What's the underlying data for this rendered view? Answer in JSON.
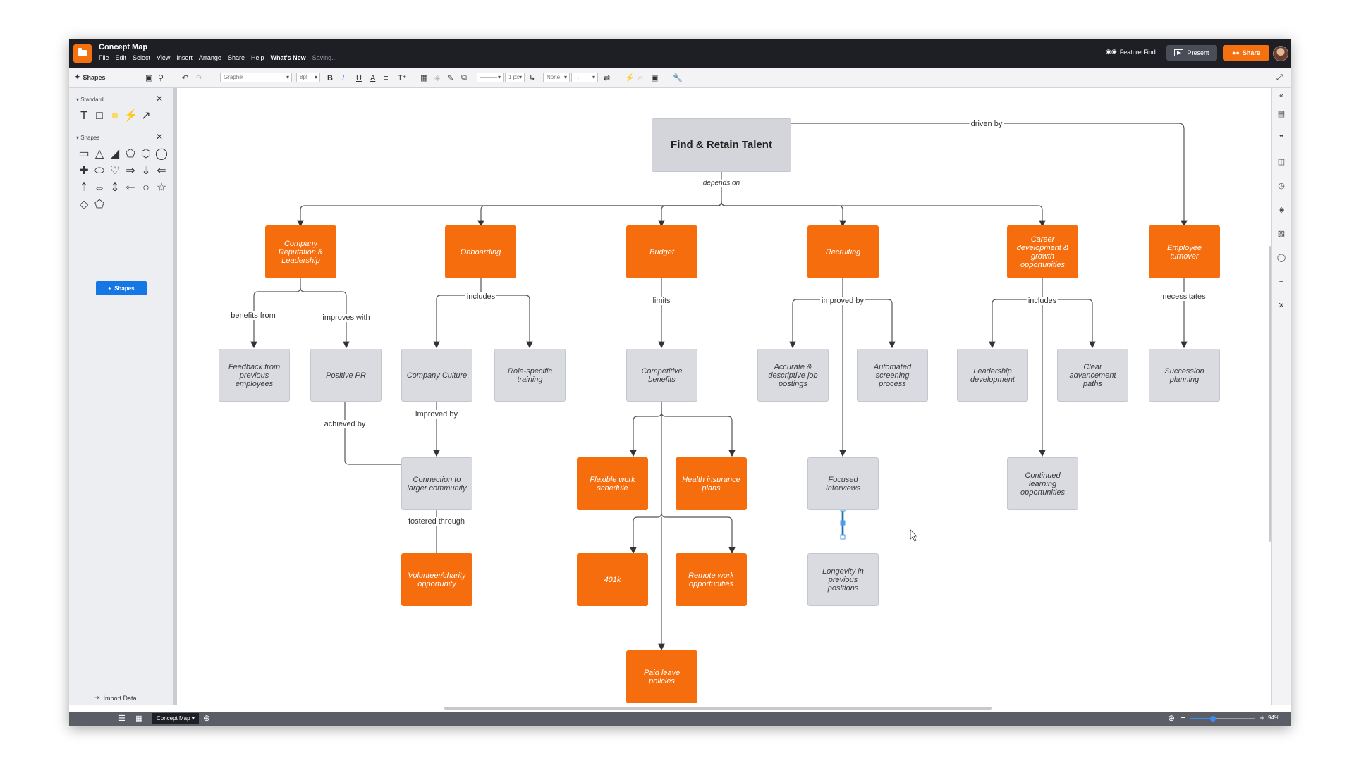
{
  "app": {
    "doc_title": "Concept Map",
    "menu": [
      "File",
      "Edit",
      "Select",
      "View",
      "Insert",
      "Arrange",
      "Share",
      "Help",
      "What's New"
    ],
    "status": "Saving...",
    "feature_find": "Feature Find",
    "present": "Present",
    "share": "Share"
  },
  "toolbar": {
    "shapes_label": "Shapes",
    "font": "Graphik",
    "font_size": "8pt",
    "line_width": "1 px",
    "endpoint": "None"
  },
  "left_panel": {
    "standard": "Standard",
    "shapes": "Shapes",
    "add_shapes": "Shapes",
    "import_data": "Import Data"
  },
  "bottom": {
    "page_tab": "Concept Map",
    "zoom": "94%"
  },
  "diagram": {
    "root": "Find & Retain Talent",
    "edge_labels": {
      "depends_on": "depends on",
      "driven_by": "driven by",
      "benefits_from": "benefits from",
      "improves_with": "improves with",
      "includes_1": "includes",
      "limits": "limits",
      "improved_by_1": "improved by",
      "includes_2": "includes",
      "necessitates": "necessitates",
      "achieved_by": "achieved by",
      "improved_by_2": "improved by",
      "fostered_through": "fostered through"
    },
    "nodes": {
      "company_reputation": "Company Reputation & Leadership",
      "onboarding": "Onboarding",
      "budget": "Budget",
      "recruiting": "Recruiting",
      "career_dev": "Career development & growth opportunities",
      "employee_turnover": "Employee turnover",
      "feedback": "Feedback from previous employees",
      "positive_pr": "Positive PR",
      "company_culture": "Company Culture",
      "role_training": "Role-specific training",
      "competitive_benefits": "Competitive benefits",
      "accurate_postings": "Accurate & descriptive job postings",
      "automated_screening": "Automated screening process",
      "leadership_dev": "Leadership development",
      "clear_paths": "Clear advancement paths",
      "succession": "Succession planning",
      "connection": "Connection to larger community",
      "flexible_work": "Flexible work schedule",
      "health_insurance": "Health insurance plans",
      "focused_interviews": "Focused Interviews",
      "continued_learning": "Continued learning opportunities",
      "volunteer": "Volunteer/charity opportunity",
      "k401": "401k",
      "remote_work": "Remote work opportunities",
      "longevity": "Longevity in previous positions",
      "paid_leave": "Paid leave policies"
    }
  }
}
